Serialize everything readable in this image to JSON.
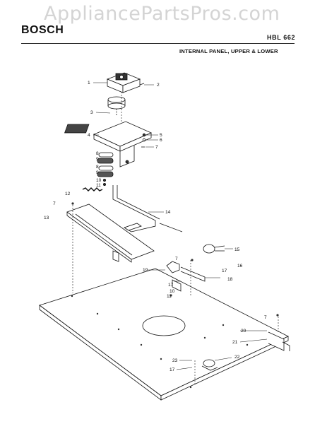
{
  "watermark": "AppliancePartsPros.com",
  "brand": "BOSCH",
  "model": "HBL 662",
  "title": "INTERNAL PANEL, UPPER & LOWER",
  "callouts": [
    "1",
    "2",
    "3",
    "4",
    "5",
    "6",
    "7",
    "8",
    "9",
    "8",
    "9",
    "10",
    "11",
    "12",
    "7",
    "13",
    "14",
    "15",
    "7",
    "16",
    "19",
    "17",
    "18",
    "17",
    "10",
    "11",
    "7",
    "20",
    "21",
    "23",
    "22",
    "17"
  ],
  "colors": {
    "ink": "#111111",
    "watermark": "#d4d4d4"
  }
}
